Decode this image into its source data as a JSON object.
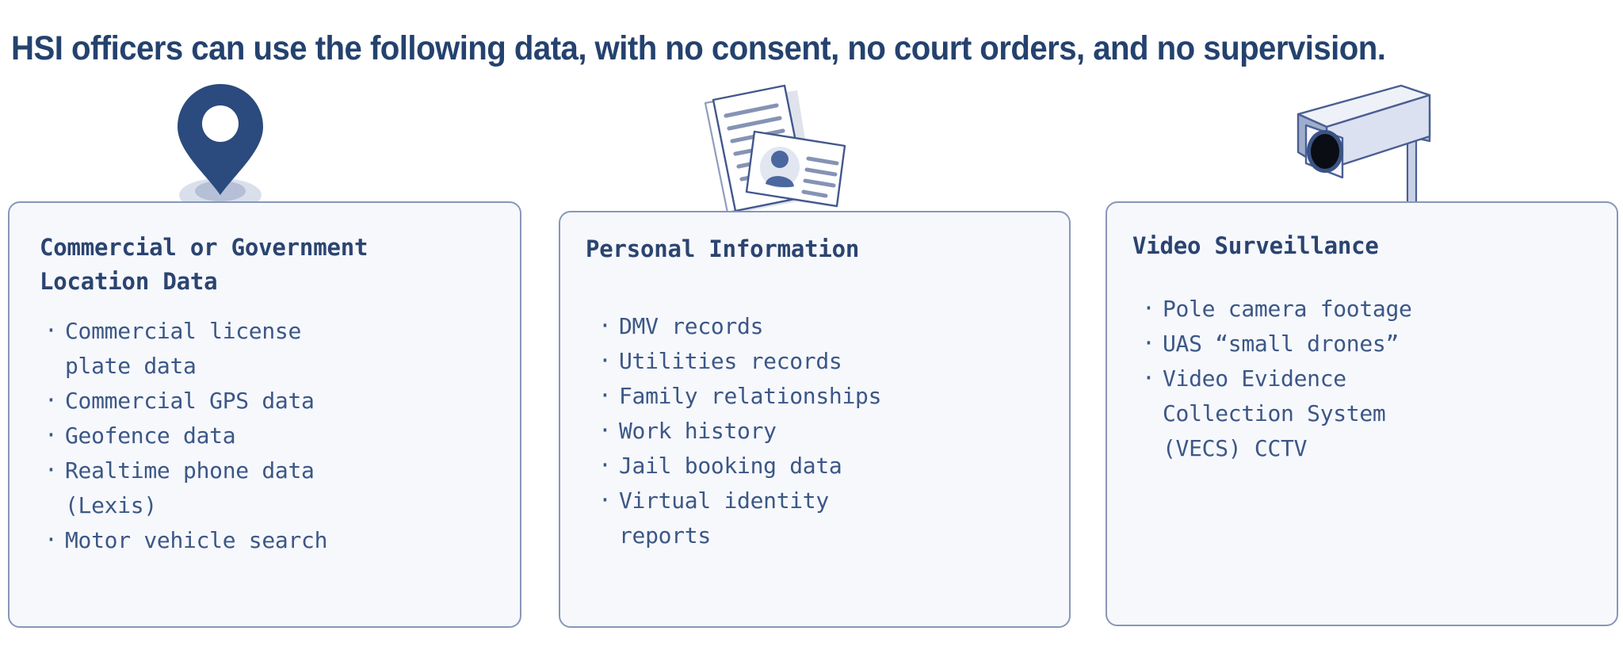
{
  "headline": "HSI officers can use the following data, with no consent, no court orders, and no supervision.",
  "theme": {
    "heading_color": "#24426e",
    "card_background": "#f6f8fc",
    "card_border": "#8897b8",
    "title_color": "#2b4470",
    "body_color": "#3c5786",
    "icon_dark": "#2b4a7d",
    "icon_light": "#dfe4f0",
    "page_background": "#ffffff"
  },
  "cards": [
    {
      "icon": "location-pin-icon",
      "title": "Commercial or Government\nLocation Data",
      "items": [
        "Commercial license\nplate data",
        "Commercial GPS data",
        "Geofence data",
        "Realtime phone data\n(Lexis)",
        "Motor vehicle search"
      ]
    },
    {
      "icon": "documents-id-card-icon",
      "title": "Personal Information",
      "items": [
        "DMV records",
        "Utilities records",
        "Family relationships",
        "Work history",
        "Jail booking data",
        "Virtual identity\nreports"
      ]
    },
    {
      "icon": "cctv-camera-icon",
      "title": "Video Surveillance",
      "items": [
        "Pole camera footage",
        "UAS “small drones”",
        "Video Evidence\nCollection System\n(VECS) CCTV"
      ]
    }
  ]
}
